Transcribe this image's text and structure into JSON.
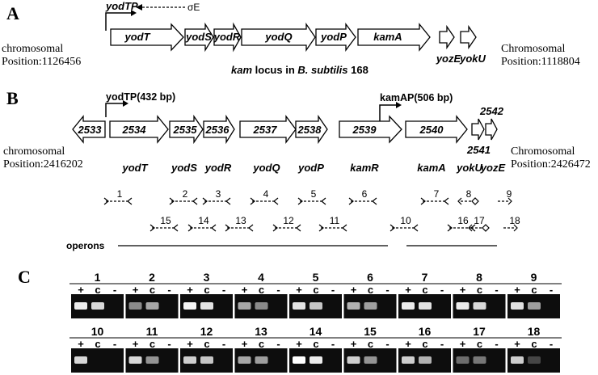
{
  "panels": {
    "A": {
      "label": "A",
      "promoter": "yodTP",
      "sigma": "σE",
      "left_position": [
        "chromosomal",
        "Position:1126456"
      ],
      "right_position": [
        "Chromosomal",
        "Position:1118804"
      ],
      "genes": [
        "yodT",
        "yodS",
        "yodR",
        "yodQ",
        "yodP",
        "kamA"
      ],
      "small_genes": [
        "yozE",
        "yokU"
      ],
      "caption_parts": [
        "kam",
        " locus in ",
        "B. subtilis",
        " 168"
      ]
    },
    "B": {
      "label": "B",
      "promoter_1": "yodTP(432 bp)",
      "promoter_2": "kamAP(506 bp)",
      "left_position": [
        "chromosomal",
        "Position:2416202"
      ],
      "right_position": [
        "Chromosomal",
        "Position:2426472"
      ],
      "genes": [
        {
          "num": "2533",
          "name": ""
        },
        {
          "num": "2534",
          "name": "yodT"
        },
        {
          "num": "2535",
          "name": "yodS"
        },
        {
          "num": "2536",
          "name": "yodR"
        },
        {
          "num": "2537",
          "name": "yodQ"
        },
        {
          "num": "2538",
          "name": "yodP"
        },
        {
          "num": "2539",
          "name": "kamR"
        },
        {
          "num": "2540",
          "name": "kamA"
        },
        {
          "num": "2541",
          "name": "yokU"
        },
        {
          "num": "2542",
          "name": "yozE"
        }
      ],
      "primer_pairs_top": [
        "1",
        "2",
        "3",
        "4",
        "5",
        "6",
        "7",
        "8",
        "9"
      ],
      "primer_pairs_bottom": [
        "15",
        "14",
        "13",
        "12",
        "11",
        "10",
        "16",
        "17",
        "18"
      ],
      "operons_label": "operons"
    },
    "C": {
      "label": "C",
      "lanes": [
        "+",
        "c",
        "-"
      ],
      "gels_row1": [
        "1",
        "2",
        "3",
        "4",
        "5",
        "6",
        "7",
        "8",
        "9"
      ],
      "gels_row2": [
        "10",
        "11",
        "12",
        "13",
        "14",
        "15",
        "16",
        "17",
        "18"
      ]
    }
  }
}
